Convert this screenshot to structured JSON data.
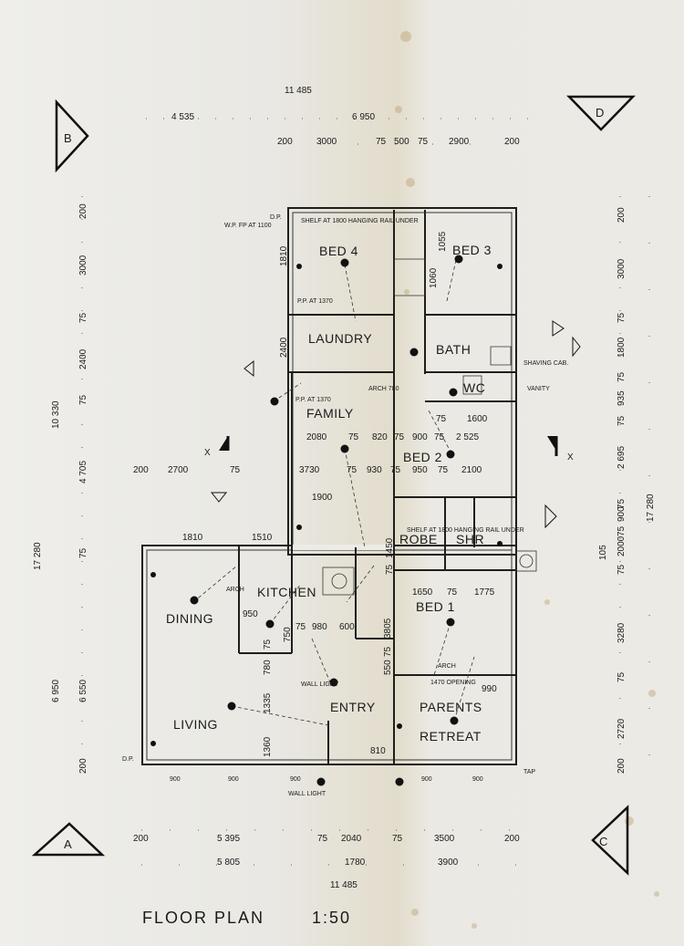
{
  "title": "FLOOR PLAN",
  "scale": "1:50",
  "markers": {
    "a": "A",
    "b": "B",
    "c": "C",
    "d": "D"
  },
  "section": {
    "x_left": "X",
    "x_right": "X"
  },
  "rooms": {
    "bed4": "BED 4",
    "bed3": "BED 3",
    "laundry": "LAUNDRY",
    "bath": "BATH",
    "wc": "WC",
    "family": "FAMILY",
    "bed2": "BED 2",
    "robe": "ROBE",
    "shr": "SHR",
    "kitchen": "KITCHEN",
    "dining": "DINING",
    "bed1": "BED 1",
    "living": "LIVING",
    "entry": "ENTRY",
    "parents": "PARENTS",
    "retreat": "RETREAT"
  },
  "top_dims": {
    "overall": "11 485",
    "left": "4 535",
    "right": "6 950",
    "r1": [
      "200",
      "3000",
      "75",
      "500",
      "75",
      "2900",
      "200"
    ]
  },
  "bottom_dims": {
    "r1": [
      "200",
      "5 395",
      "75",
      "2040",
      "75",
      "3500",
      "200"
    ],
    "r2": [
      "5 805",
      "1780",
      "3900"
    ],
    "overall": "11 485"
  },
  "left_dims": {
    "col1": [
      "200",
      "3000",
      "75",
      "2400",
      "75",
      "4 705",
      "75",
      "6 550",
      "200"
    ],
    "col2": [
      "10 330",
      "17 280",
      "6 950"
    ]
  },
  "right_dims": {
    "col1": [
      "200",
      "3000",
      "75",
      "1800",
      "75",
      "935",
      "75",
      "2 695",
      "75",
      "900",
      "75",
      "2000",
      "75",
      "3280",
      "75",
      "2720",
      "200"
    ],
    "col2": [
      "105",
      "17 280"
    ]
  },
  "inner_dims": [
    "2080",
    "75",
    "820",
    "75",
    "900",
    "75",
    "2 525",
    "3730",
    "75",
    "930",
    "75",
    "950",
    "75",
    "2100",
    "1900",
    "1810",
    "1510",
    "2700",
    "200",
    "75",
    "1650",
    "75",
    "1775",
    "75",
    "1600",
    "950",
    "75",
    "980",
    "600",
    "750",
    "780",
    "75",
    "1335",
    "1360",
    "3805",
    "75",
    "550",
    "1450",
    "75",
    "990",
    "810",
    "900",
    "900",
    "900",
    "900",
    "900",
    "1810",
    "1060",
    "1055",
    "2400"
  ],
  "notes": [
    "SHELF AT 1800 HANGING RAIL UNDER",
    "W.P. FP AT 1100",
    "P.P. AT 1370",
    "ARCH 780",
    "P.P. AT 1370",
    "ARCH",
    "WALL LIGHT",
    "WALL LIGHT",
    "SHELF AT 1800 HANGING RAIL UNDER",
    "ARCH",
    "1470 OPENING",
    "VANITY",
    "SHAVING CAB.",
    "D.P.",
    "D.P.",
    "TAP"
  ]
}
